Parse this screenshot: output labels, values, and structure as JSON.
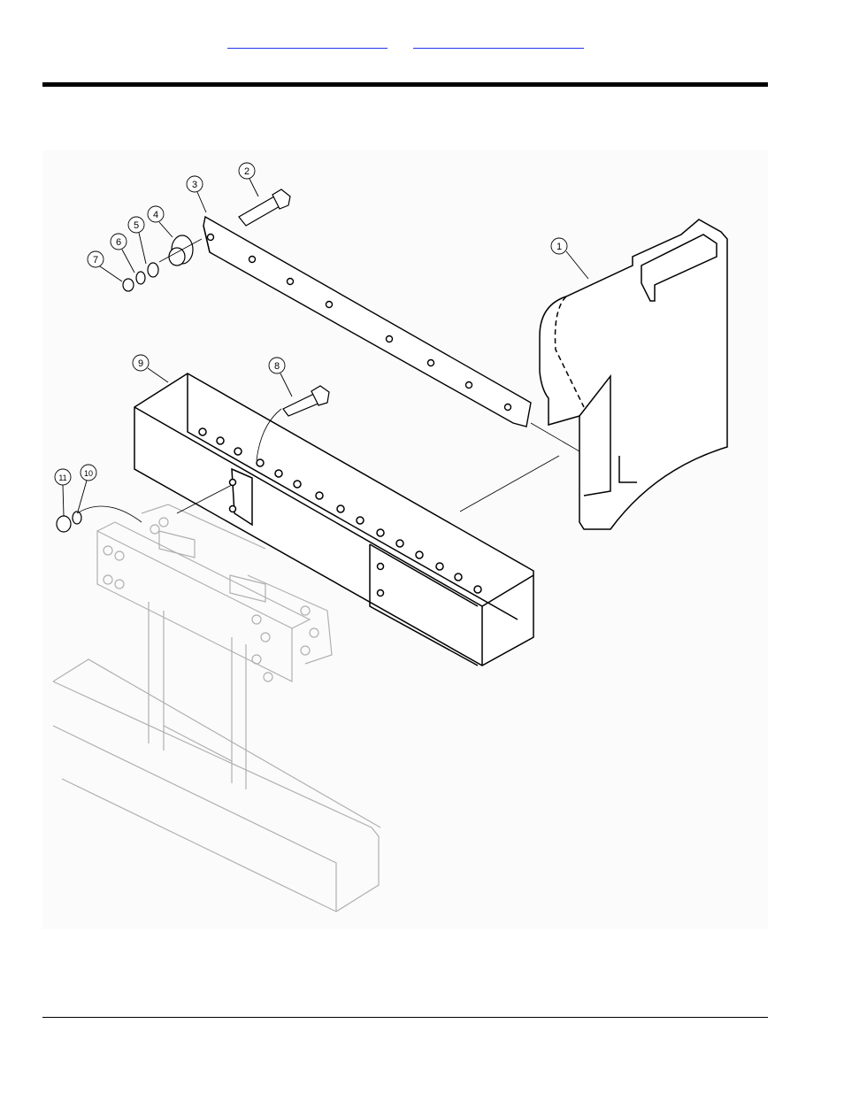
{
  "nav": {
    "link_1": "",
    "link_2": ""
  },
  "callouts": {
    "c1": "1",
    "c2": "2",
    "c3": "3",
    "c4": "4",
    "c5": "5",
    "c6": "6",
    "c7": "7",
    "c8": "8",
    "c9": "9",
    "c10": "10",
    "c11": "11"
  }
}
